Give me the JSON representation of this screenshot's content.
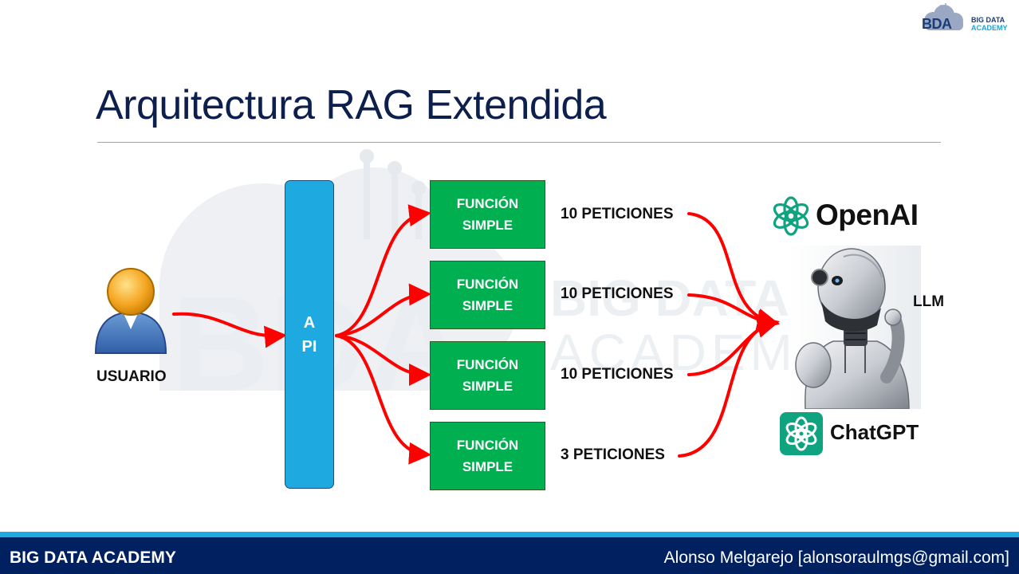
{
  "header": {
    "logo": {
      "short": "BDA",
      "line1": "BIG DATA",
      "line2": "ACADEMY"
    },
    "title": "Arquitectura RAG Extendida"
  },
  "diagram": {
    "user_label": "USUARIO",
    "api_label": "API",
    "functions": [
      {
        "label_line1": "FUNCIÓN",
        "label_line2": "SIMPLE",
        "requests": "10 PETICIONES"
      },
      {
        "label_line1": "FUNCIÓN",
        "label_line2": "SIMPLE",
        "requests": "10 PETICIONES"
      },
      {
        "label_line1": "FUNCIÓN",
        "label_line2": "SIMPLE",
        "requests": "10 PETICIONES"
      },
      {
        "label_line1": "FUNCIÓN",
        "label_line2": "SIMPLE",
        "requests": "3 PETICIONES"
      }
    ],
    "llm_label": "LLM",
    "openai_label": "OpenAI",
    "chatgpt_label": "ChatGPT",
    "watermark": {
      "line1": "BIG DATA",
      "line2": "ACADEMY"
    },
    "colors": {
      "api": "#1fa9e1",
      "function_box": "#00b050",
      "arrow": "#ff0000",
      "chatgpt_icon": "#10a37f",
      "title": "#0d1f4d"
    }
  },
  "footer": {
    "left": "BIG DATA ACADEMY",
    "right": "Alonso Melgarejo [alonsoraulmgs@gmail.com]"
  }
}
